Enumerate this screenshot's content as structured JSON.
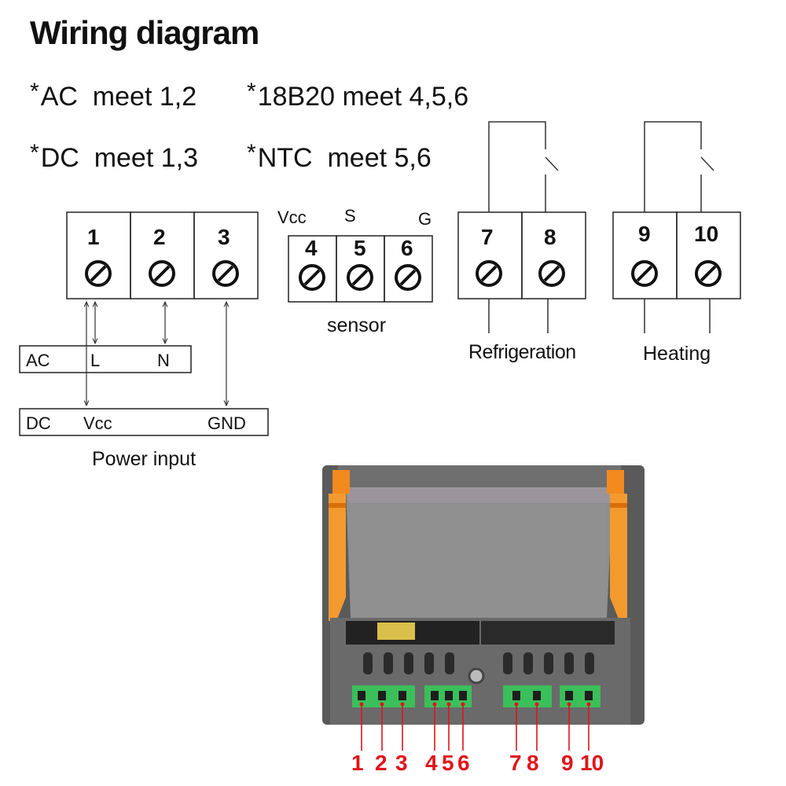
{
  "title": "Wiring diagram",
  "notes": {
    "ac": "AC  meet 1,2",
    "dc": "DC  meet 1,3",
    "ds18b20": "18B20 meet 4,5,6",
    "ntc": "NTC  meet 5,6",
    "star": "*"
  },
  "power_block": {
    "terminals": [
      "1",
      "2",
      "3"
    ],
    "ac_row": {
      "type": "AC",
      "l": "L",
      "n": "N"
    },
    "dc_row": {
      "type": "DC",
      "vcc": "Vcc",
      "gnd": "GND"
    },
    "caption": "Power input"
  },
  "sensor_block": {
    "terminals": [
      "4",
      "5",
      "6"
    ],
    "pins": {
      "vcc": "Vcc",
      "s": "S",
      "g": "G"
    },
    "caption": "sensor"
  },
  "refrigeration_block": {
    "terminals": [
      "7",
      "8"
    ],
    "caption": "Refrigeration"
  },
  "heating_block": {
    "terminals": [
      "9",
      "10"
    ],
    "caption": "Heating"
  },
  "device_terminal_numbers": [
    "1",
    "2",
    "3",
    "4",
    "5",
    "6",
    "7",
    "8",
    "9",
    "10"
  ],
  "colors": {
    "text": "#111111",
    "red_numbers": "#e0141b",
    "device_body": "#6b6b6b",
    "device_clip": "#f28a1e",
    "terminal_green": "#3bbf5a",
    "lcd": "#8d8d8d"
  }
}
